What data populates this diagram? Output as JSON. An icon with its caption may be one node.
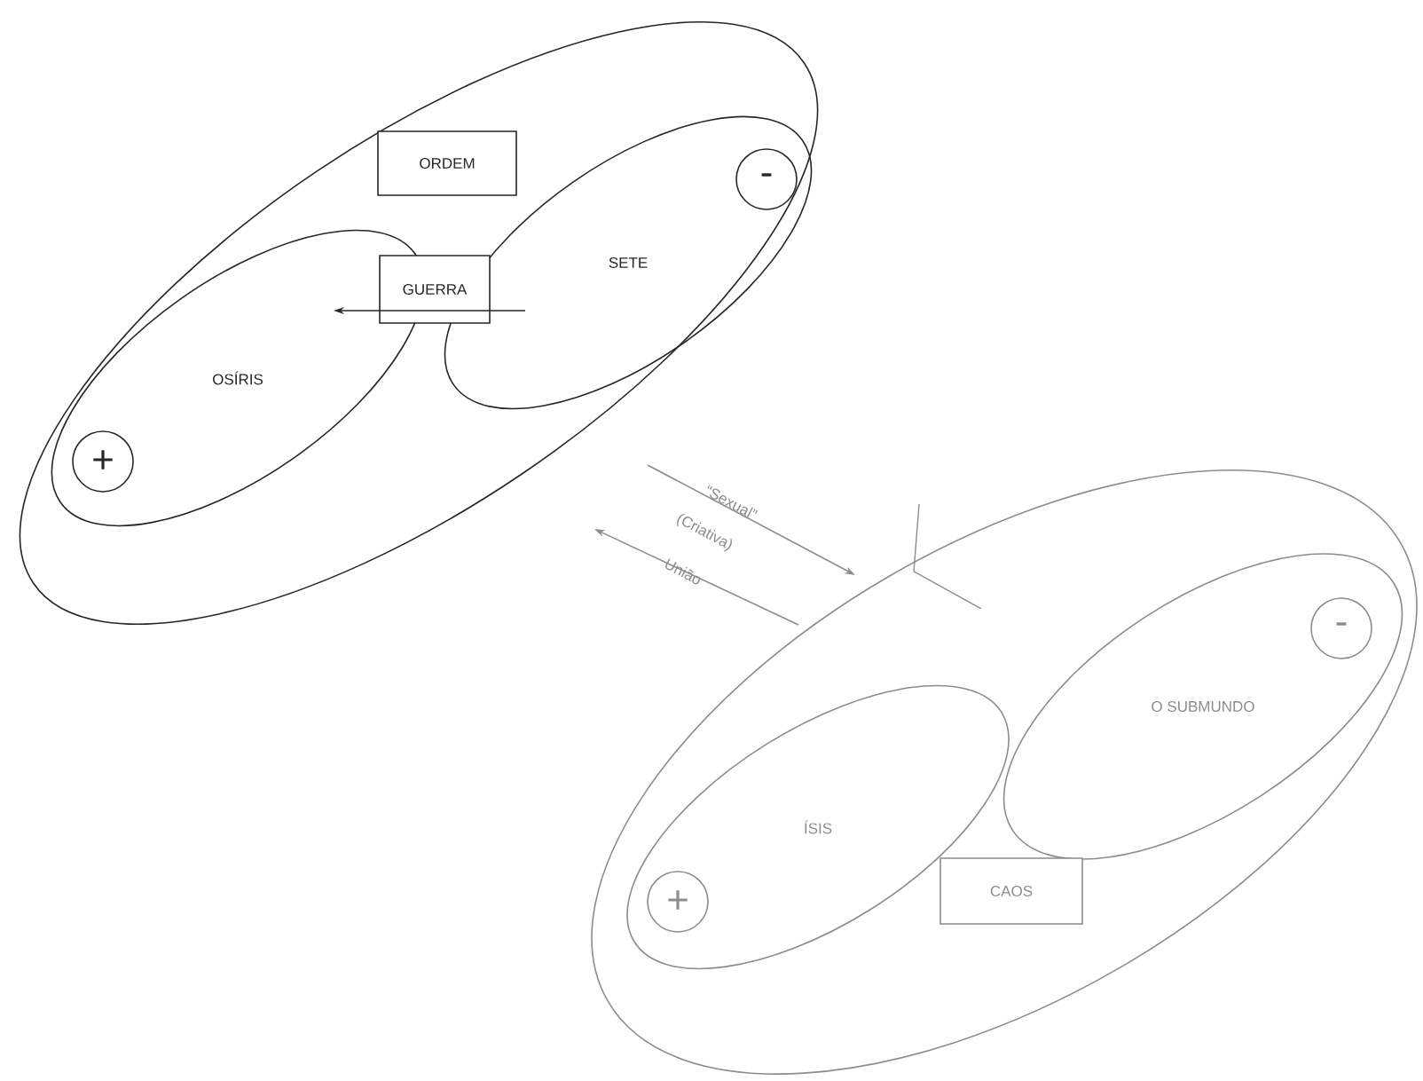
{
  "diagram": {
    "nodes": [
      {
        "text": [],
        "shape": "ellipse"
      },
      {
        "text": [
          "ORDEM"
        ],
        "in": 0
      },
      {
        "text": [
          "OSÍRIS"
        ],
        "in": 0
      },
      {
        "text": [
          "SETE"
        ],
        "in": 0
      },
      {
        "text": [
          "GUERRA"
        ],
        "in": 0
      },
      {
        "text": [
          "+"
        ],
        "in": 2
      },
      {
        "text": [
          "-"
        ],
        "in": 3
      },
      {
        "text": [],
        "shape": "ellipse"
      },
      {
        "text": [
          "ÍSIS"
        ],
        "in": 7
      },
      {
        "text": [
          "O SUBMUNDO"
        ],
        "in": 7
      },
      {
        "text": [
          "CAOS"
        ],
        "in": 7
      },
      {
        "text": [
          "+"
        ],
        "in": 8
      },
      {
        "text": [
          "-"
        ],
        "in": 9
      }
    ],
    "edges": [
      {
        "from": 0,
        "to": 7,
        "arrow": "to",
        "label": "“Sexual”"
      },
      {
        "from": 7,
        "to": 0,
        "arrow": "to",
        "label": "União"
      }
    ],
    "labels": [
      "(Criativa)"
    ]
  }
}
